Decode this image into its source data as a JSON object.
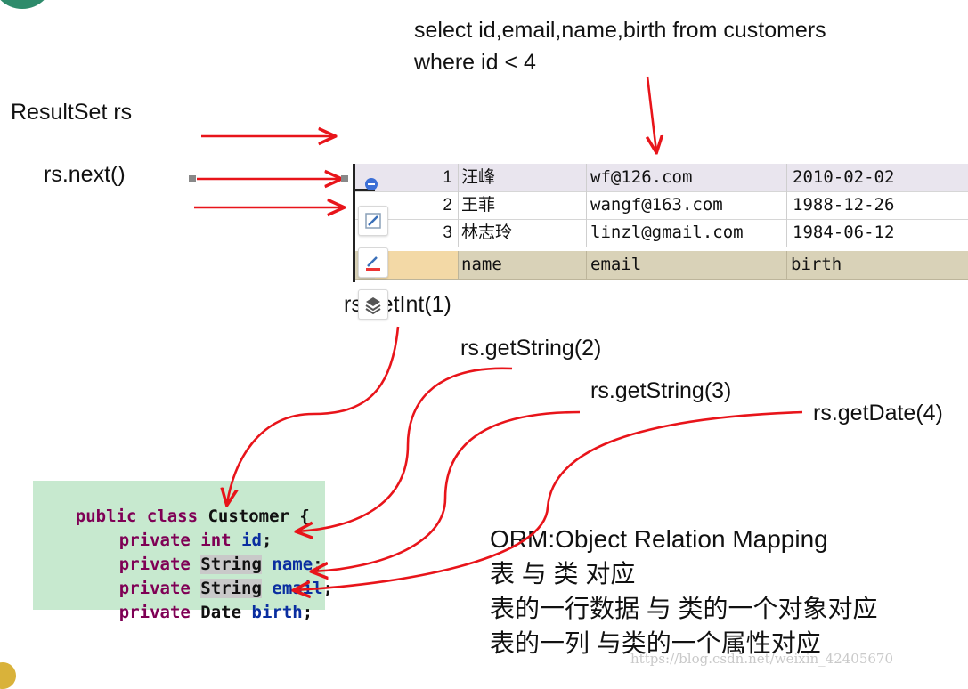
{
  "sql": {
    "line1": "select id,email,name,birth from customers",
    "line2": "where id < 4"
  },
  "labels": {
    "resultset": "ResultSet  rs",
    "next": "rs.next()",
    "getint": "rs.getInt(1)",
    "getstring2": "rs.getString(2)",
    "getstring3": "rs.getString(3)",
    "getdate4": "rs.getDate(4)"
  },
  "table": {
    "rows": [
      {
        "id": "1",
        "name": "汪峰",
        "email": "wf@126.com",
        "birth": "2010-02-02"
      },
      {
        "id": "2",
        "name": "王菲",
        "email": "wangf@163.com",
        "birth": "1988-12-26"
      },
      {
        "id": "3",
        "name": "林志玲",
        "email": "linzl@gmail.com",
        "birth": "1984-06-12"
      }
    ],
    "headers": {
      "name": "name",
      "email": "email",
      "birth": "birth"
    }
  },
  "code": {
    "l1": {
      "kw": "public class",
      "cls": " Customer {"
    },
    "l2": {
      "kw": "private",
      "type": "int",
      "field": "id",
      "end": ";"
    },
    "l3": {
      "kw": "private",
      "type": "String",
      "field": "name",
      "end": ";"
    },
    "l4": {
      "kw": "private",
      "type": "String",
      "field": "email",
      "end": ";"
    },
    "l5": {
      "kw": "private",
      "type": "Date",
      "field": "birth",
      "end": ";"
    }
  },
  "orm": {
    "title": "ORM:Object Relation Mapping",
    "l1": "表 与 类 对应",
    "l2": "表的一行数据 与 类的一个对象对应",
    "l3": "表的一列 与类的一个属性对应"
  },
  "watermark": "https://blog.csdn.net/weixin_42405670",
  "colors": {
    "arrow": "#e8141a",
    "code_bg": "#c7e9cf",
    "header_bg": "#d9d2b8",
    "keyword": "#7f0055",
    "field": "#0a2ea0"
  }
}
